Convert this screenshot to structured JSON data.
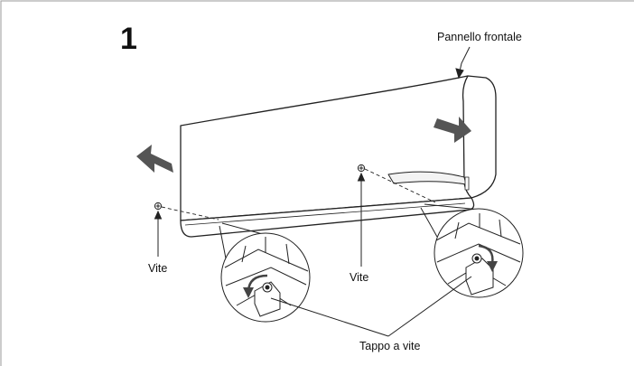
{
  "step": {
    "number": "1"
  },
  "labels": {
    "front_panel": "Pannello frontale",
    "screw_left": "Vite",
    "screw_middle": "Vite",
    "screw_cap": "Tappo a vite"
  },
  "colors": {
    "line": "#222222",
    "arrow": "#555555",
    "frame": "#9a9a9a",
    "background": "#ffffff"
  }
}
